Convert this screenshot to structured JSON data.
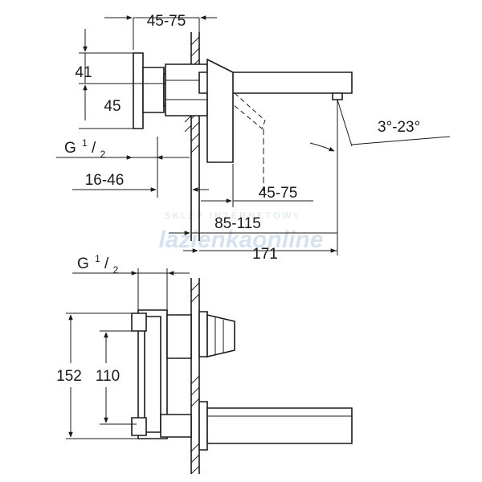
{
  "top_view": {
    "dims": {
      "wall_depth": "45-75",
      "handle_41": "41",
      "handle_45": "45",
      "thread_g": "G",
      "thread_num": "1",
      "thread_den": "2",
      "range_16_46": "16-46",
      "spout_45_75": "45-75",
      "spout_85_115": "85-115",
      "spout_171": "171",
      "angle": "3°-23°"
    }
  },
  "bottom_view": {
    "dims": {
      "thread_g": "G",
      "thread_num": "1",
      "thread_den": "2",
      "height_152": "152",
      "height_110": "110"
    }
  },
  "watermark": {
    "line1": "SKLEP INTERNETOWY",
    "line2": "lazienkaonline"
  }
}
